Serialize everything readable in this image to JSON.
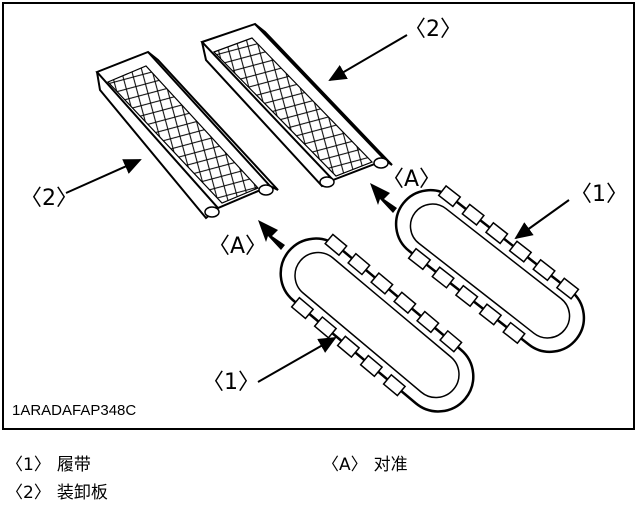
{
  "figure": {
    "code": "1ARADAFAP348C",
    "callouts": {
      "ramp_left": "〈2〉",
      "ramp_right": "〈2〉",
      "track_left": "〈1〉",
      "track_right": "〈1〉",
      "align_left": "〈A〉",
      "align_right": "〈A〉"
    }
  },
  "legend": {
    "items": [
      {
        "key": "〈1〉",
        "text": "履带"
      },
      {
        "key": "〈A〉",
        "text": "对准"
      },
      {
        "key": "〈2〉",
        "text": "装卸板"
      }
    ]
  },
  "colors": {
    "line": "#000000",
    "background": "#ffffff"
  }
}
